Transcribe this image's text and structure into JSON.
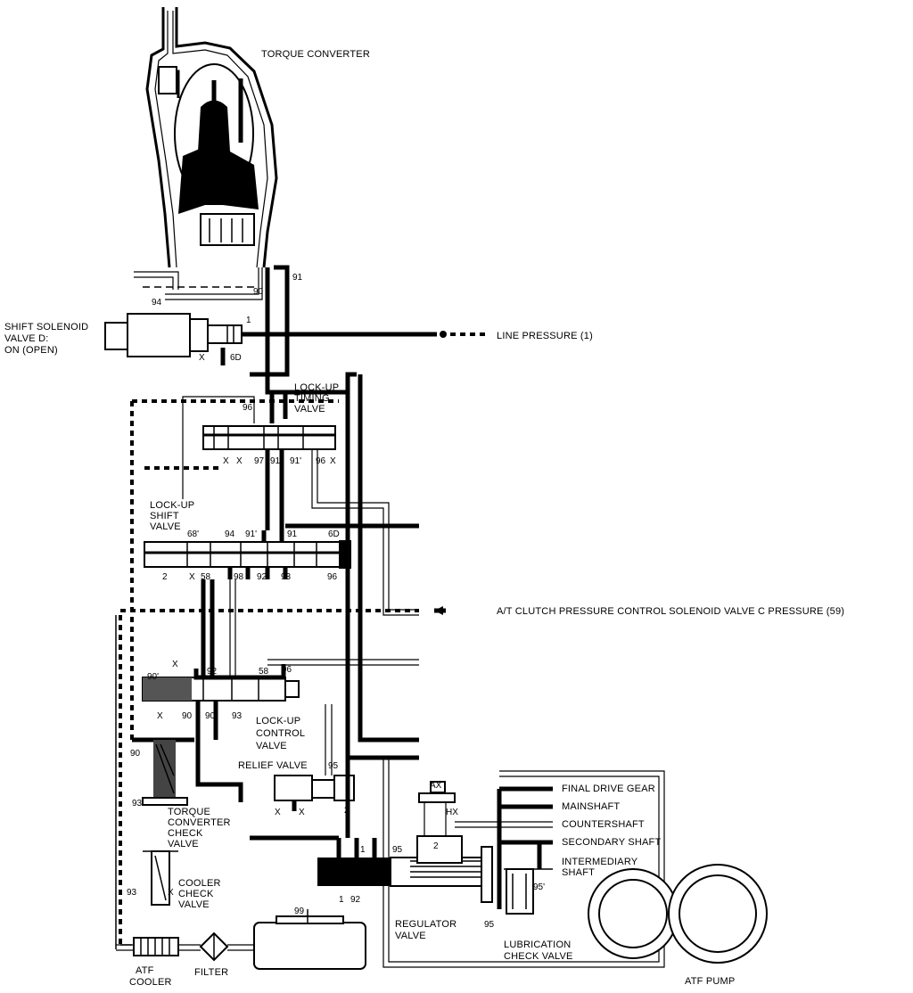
{
  "labels": {
    "torque_converter": "TORQUE CONVERTER",
    "shift_solenoid_line1": "SHIFT SOLENOID",
    "shift_solenoid_line2": "VALVE D:",
    "shift_solenoid_line3": "ON (OPEN)",
    "line_pressure": "LINE PRESSURE (1)",
    "lockup_timing_line1": "LOCK-UP",
    "lockup_timing_line2": "TIMING",
    "lockup_timing_line3": "VALVE",
    "lockup_shift_line1": "LOCK-UP",
    "lockup_shift_line2": "SHIFT",
    "lockup_shift_line3": "VALVE",
    "clutch_pressure": "A/T CLUTCH PRESSURE CONTROL SOLENOID VALVE C PRESSURE (59)",
    "lockup_control_line1": "LOCK-UP",
    "lockup_control_line2": "CONTROL",
    "lockup_control_line3": "VALVE",
    "relief_valve": "RELIEF VALVE",
    "tc_check_line1": "TORQUE",
    "tc_check_line2": "CONVERTER",
    "tc_check_line3": "CHECK",
    "tc_check_line4": "VALVE",
    "cooler_check_line1": "COOLER",
    "cooler_check_line2": "CHECK",
    "cooler_check_line3": "VALVE",
    "regulator_line1": "REGULATOR",
    "regulator_line2": "VALVE",
    "lubrication_line1": "LUBRICATION",
    "lubrication_line2": "CHECK VALVE",
    "atf_cooler_line1": "ATF",
    "atf_cooler_line2": "COOLER",
    "filter": "FILTER",
    "atf_pump": "ATF PUMP",
    "final_drive_gear": "FINAL DRIVE GEAR",
    "mainshaft": "MAINSHAFT",
    "countershaft": "COUNTERSHAFT",
    "secondary_shaft": "SECONDARY SHAFT",
    "intermediary_shaft_line1": "INTERMEDIARY",
    "intermediary_shaft_line2": "SHAFT"
  },
  "ports": {
    "p91_top": "91",
    "p90_top": "90",
    "p94_top": "94",
    "p1_sol": "1",
    "p6d_sol": "6D",
    "x_sol": "X",
    "p96_tim": "96",
    "p97": "97",
    "p91_tim": "91",
    "p91p_tim": "91'",
    "p96_tim2": "96",
    "x_tim1": "X",
    "x_tim2": "X",
    "x_tim3": "X",
    "p68": "68'",
    "p94_sh": "94",
    "p91p_sh": "91'",
    "p91_sh": "91",
    "p6d_sh": "6D",
    "p2_sh": "2",
    "x_sh": "X",
    "p58": "58",
    "p98": "98",
    "p92_sh": "92",
    "p93_sh": "93",
    "p96_sh": "96",
    "p90p": "90'",
    "x_ctl1": "X",
    "p92_ctl": "92",
    "p58_ctl": "58",
    "p96_ctl": "96",
    "x_ctl2": "X",
    "p90_ctl": "90",
    "p90_ctl2": "90",
    "p93_ctl": "93",
    "p90_left": "90",
    "p93_left": "93",
    "p93_cool": "93",
    "x_cool": "X",
    "p95_rel": "95",
    "p2_rel": "2",
    "x_rel1": "X",
    "x_rel2": "X",
    "p95_reg": "95",
    "p2_reg": "2",
    "p1_reg": "1",
    "p1_reg2": "1",
    "p92_reg": "92",
    "p95_reg2": "95",
    "p99": "99",
    "p95p": "95'",
    "ax": "AX",
    "hx": "HX"
  }
}
